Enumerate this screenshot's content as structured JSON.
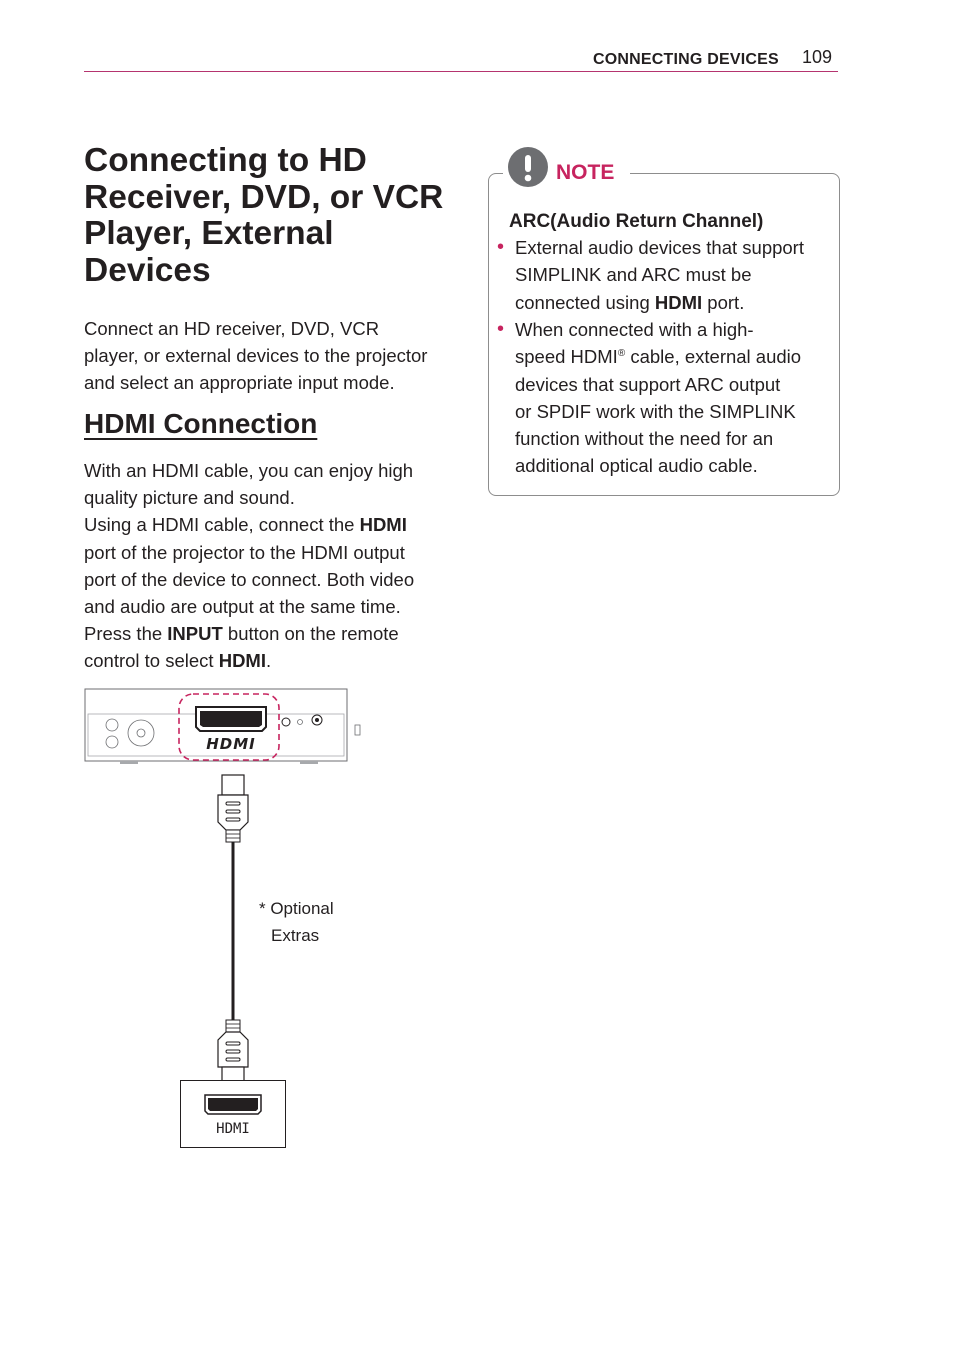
{
  "header": {
    "section": "CONNECTING DEVICES",
    "page_number": "109"
  },
  "title": "Connecting to HD Receiver, DVD, or VCR Player, External Devices",
  "intro_lines": [
    "Connect an HD receiver, DVD, VCR",
    "player, or external devices to the projector",
    "and select an appropriate input mode."
  ],
  "hdmi_section": {
    "heading": "HDMI Connection",
    "lines": [
      {
        "a": "With an HDMI cable, you can enjoy high",
        "b": "",
        "c": ""
      },
      {
        "a": "quality picture and sound.",
        "b": "",
        "c": ""
      },
      {
        "a": "Using a HDMI cable, connect the ",
        "b": "HDMI",
        "c": ""
      },
      {
        "a": "port of the projector to the HDMI output",
        "b": "",
        "c": ""
      },
      {
        "a": "port of the device to connect. Both video",
        "b": "",
        "c": ""
      },
      {
        "a": "and audio are output at the same time.",
        "b": "",
        "c": ""
      },
      {
        "a": "Press the ",
        "b": "INPUT",
        "c": " button on the remote"
      },
      {
        "a": "control to select ",
        "b": "HDMI",
        "c": "."
      }
    ]
  },
  "note": {
    "label": "NOTE",
    "heading": "ARC(Audio Return Channel)",
    "bullet_glyph": "•",
    "bullet1": {
      "l1": "External audio devices that support",
      "l2": "SIMPLINK and ARC must be",
      "l3a": "connected using ",
      "l3b": "HDMI",
      "l3c": " port."
    },
    "bullet2": {
      "l1": "When connected with a high-",
      "l2a": "speed HDMI",
      "l2sup": "®",
      "l2b": " cable, external audio",
      "l3": "devices that support ARC output",
      "l4": "or SPDIF work with the SIMPLINK",
      "l5": "function without the need for an",
      "l6": "additional optical audio cable."
    }
  },
  "diagram": {
    "projector_port_logo": "HDMI",
    "optional_line1": "* Optional",
    "optional_line2": "Extras",
    "device_port_label": "HDMI"
  }
}
